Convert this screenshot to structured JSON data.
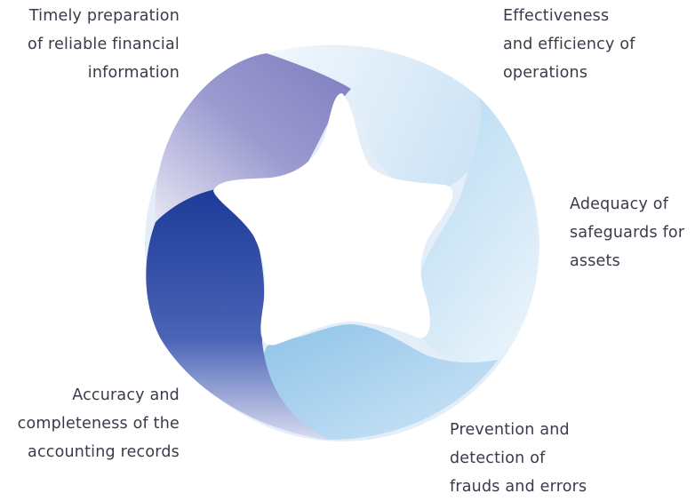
{
  "labels": {
    "top_left": [
      "Timely preparation",
      "of reliable financial",
      "information"
    ],
    "top_right": [
      "Effectiveness",
      "and efficiency of",
      "operations"
    ],
    "right": [
      "Adequacy of",
      "safeguards for",
      "assets"
    ],
    "bottom_right": [
      "Prevention and",
      "detection of",
      "frauds and errors"
    ],
    "bottom_left": [
      "Accuracy and",
      "completeness of the",
      "accounting records"
    ]
  },
  "colors": {
    "light_blue": "#bfe0f5",
    "pale_blue": "#dfeefa",
    "mid_blue": "#9fcdee",
    "lavender": "#8c8bc7",
    "navy": "#1f3e9c",
    "text": "#3a3a4a"
  }
}
